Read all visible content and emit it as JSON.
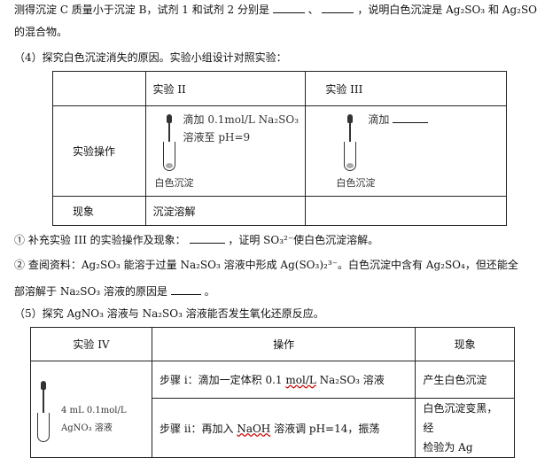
{
  "intro": {
    "line1_a": "测得沉淀 C 质量小于沉淀 B，试剂 1 和试剂 2 分别是",
    "line1_sep": "、",
    "line1_b": "，说明白色沉淀是 Ag₂SO₃ 和 Ag₂SO₄",
    "line2": "的混合物。"
  },
  "q4": {
    "title": "（4）探究白色沉淀消失的原因。实验小组设计对照实验：",
    "table": {
      "col2_header": "实验 II",
      "col3_header": "实验 III",
      "row1_label": "实验操作",
      "row2_label": "现象",
      "exp2_text_line1": "滴加 0.1mol/L Na₂SO₃",
      "exp2_text_line2": "溶液至 pH=9",
      "exp2_caption": "白色沉淀",
      "exp3_text": "滴加",
      "exp3_caption": "白色沉淀",
      "exp2_phenomenon": "沉淀溶解",
      "exp3_phenomenon": ""
    },
    "item1_a": "① 补充实验 III 的实验操作及现象：",
    "item1_b": "，证明 SO₃²⁻使白色沉淀溶解。",
    "item2_line1": "② 查阅资料：Ag₂SO₃ 能溶于过量 Na₂SO₃ 溶液中形成 Ag(SO₃)₂³⁻。白色沉淀中含有 Ag₂SO₄，但还能全",
    "item2_line2_a": "部溶解于 Na₂SO₃ 溶液的原因是",
    "item2_line2_b": "。"
  },
  "q5": {
    "title": "（5）探究 AgNO₃ 溶液与 Na₂SO₃ 溶液能否发生氧化还原反应。",
    "table": {
      "header_exp": "实验 IV",
      "header_op": "操作",
      "header_phen": "现象",
      "tube_label_line1": "4 mL 0.1mol/L",
      "tube_label_line2": "AgNO₃ 溶液",
      "step1_prefix": "步骤 i：滴加一定体积 0.1 ",
      "step1_unit": "mol/L",
      "step1_suffix": " Na₂SO₃ 溶液",
      "step1_phen": "产生白色沉淀",
      "step2_prefix": "步骤 ii：再加入 ",
      "step2_naoh": "NaOH",
      "step2_suffix": " 溶液调 pH=14，振荡",
      "step2_phen_line1": "白色沉淀变黑，经",
      "step2_phen_line2": "检验为 Ag"
    }
  }
}
